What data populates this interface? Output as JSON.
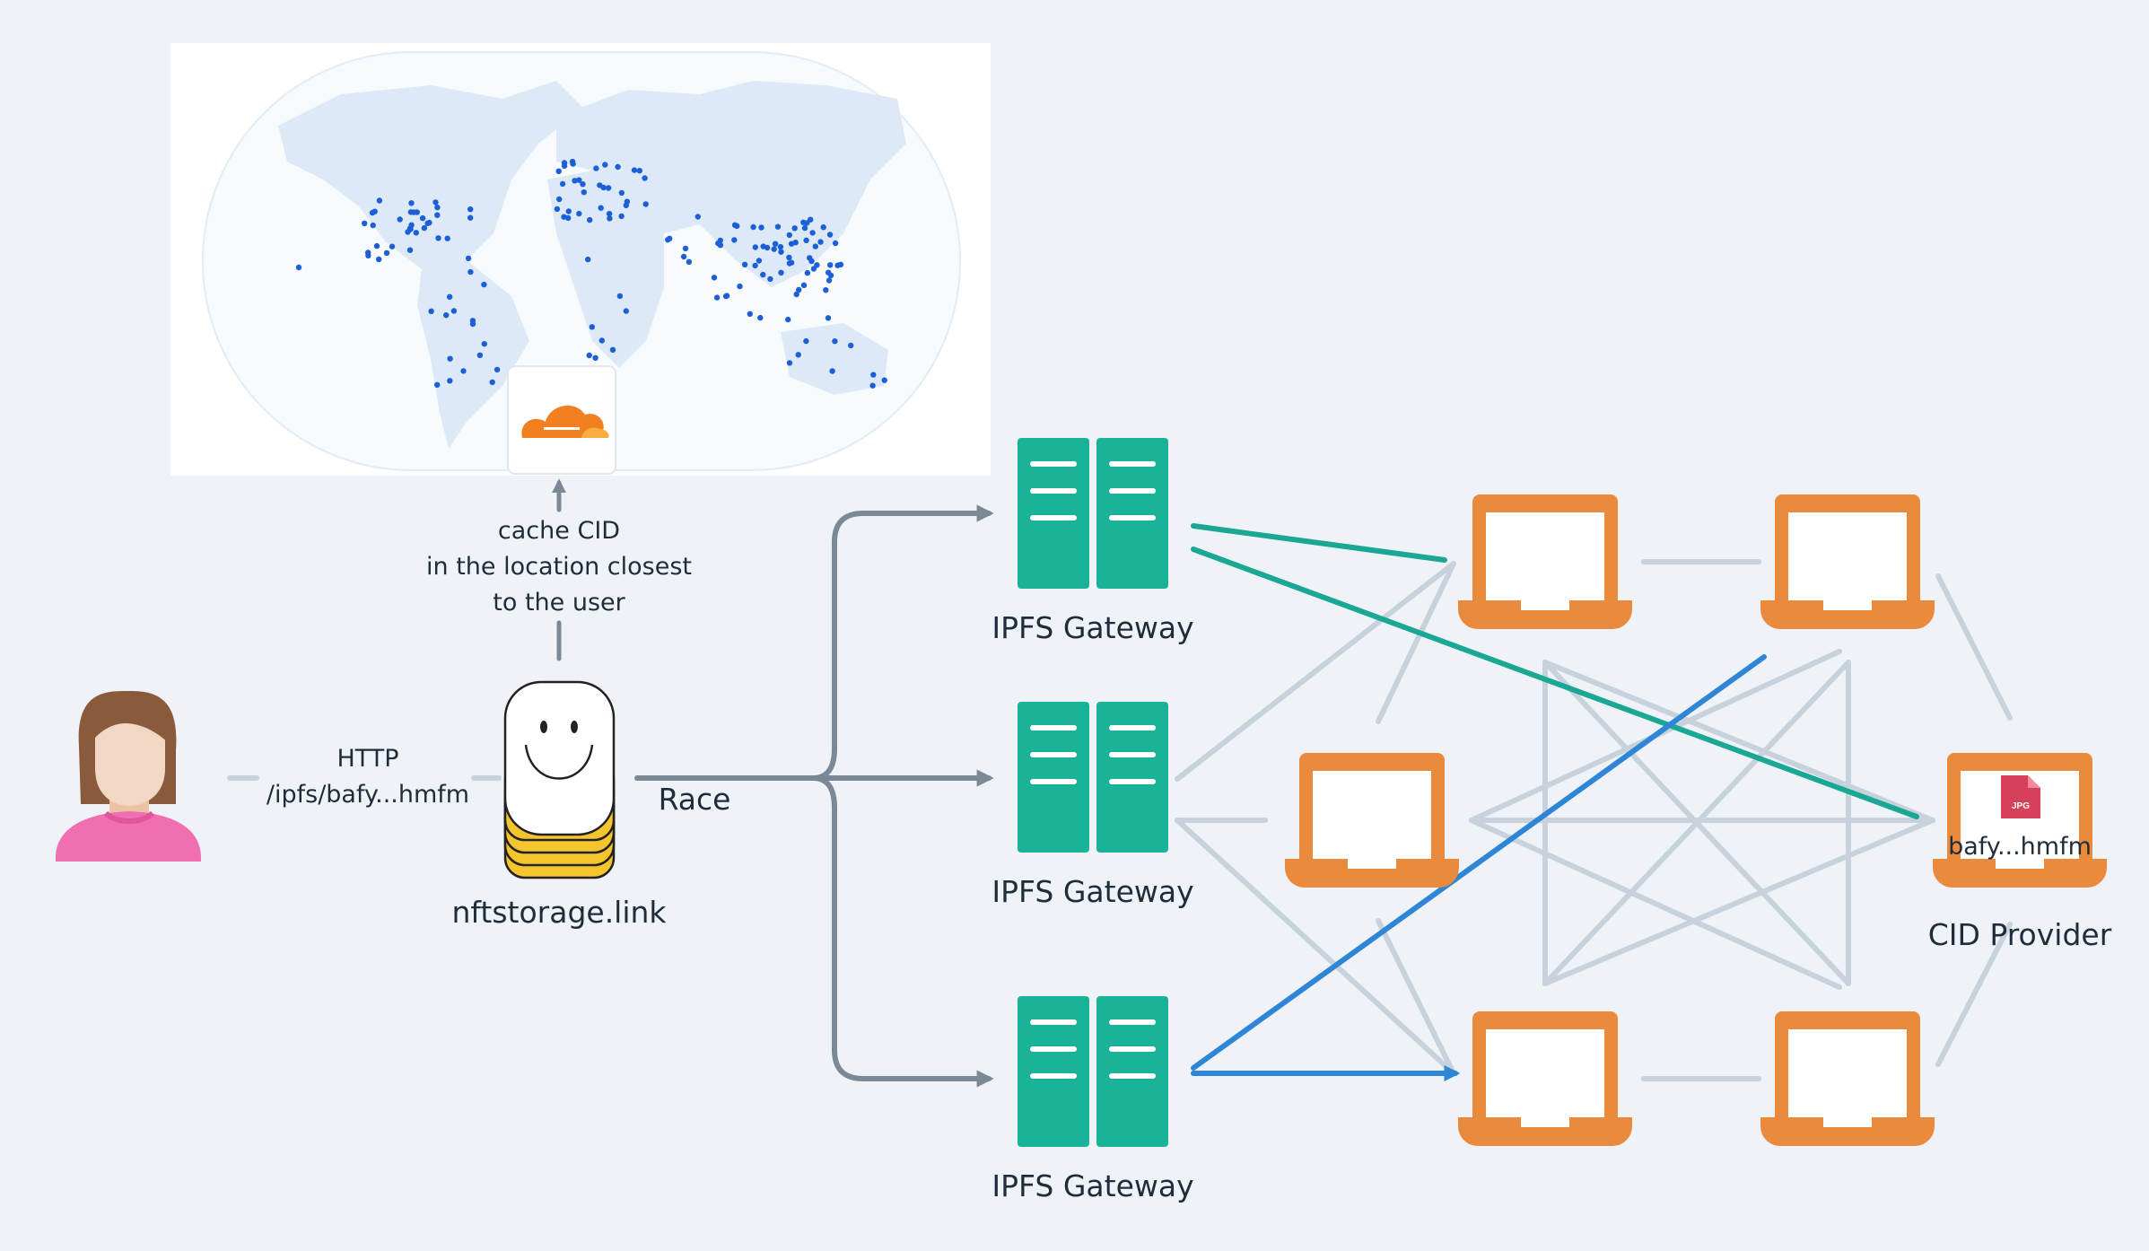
{
  "user": {
    "request_method": "HTTP",
    "request_path": "/ipfs/bafy...hmfm"
  },
  "nftstorage": {
    "label": "nftstorage.link"
  },
  "cache": {
    "line1": "cache CID",
    "line2": "in the location closest",
    "line3": "to the user"
  },
  "race": {
    "label": "Race"
  },
  "gateways": [
    {
      "label": "IPFS Gateway"
    },
    {
      "label": "IPFS Gateway"
    },
    {
      "label": "IPFS Gateway"
    }
  ],
  "provider": {
    "label": "CID Provider",
    "cid": "bafy...hmfm",
    "file_type": "JPG"
  },
  "colors": {
    "background": "#eff3f7",
    "gateway": "#1ab39a",
    "peer": "#ea8a3c",
    "mesh": "#c7d2dc",
    "arrow": "#7b8896",
    "route_green": "#1aa894",
    "route_blue": "#2f86d6",
    "map_land": "#dde9f7",
    "map_dot": "#1c5fd6",
    "cloudflare": "#f38020",
    "user_shirt": "#f06fb0",
    "user_hair": "#8a5a3c"
  }
}
